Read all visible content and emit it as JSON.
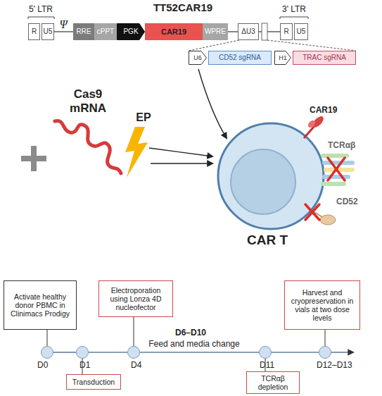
{
  "diagram": {
    "nodes": [
      {
        "text": [
          "R"
        ]
      },
      {
        "text": [
          "U5"
        ]
      },
      {
        "text": [
          "RRE"
        ]
      },
      {
        "text": [
          "cPPT"
        ]
      },
      {
        "text": [
          "PGK"
        ]
      },
      {
        "text": [
          "CAR19"
        ]
      },
      {
        "text": [
          "WPRE"
        ]
      },
      {
        "text": [
          "ΔU3"
        ]
      },
      {
        "text": [
          "R"
        ]
      },
      {
        "text": [
          "U5"
        ]
      },
      {
        "text": [
          "U6"
        ]
      },
      {
        "text": [
          "CD52 sgRNA"
        ]
      },
      {
        "text": [
          "H1"
        ]
      },
      {
        "text": [
          "TRAC sgRNA"
        ]
      },
      {
        "text": [
          "Activate healthy donor PBMC in Clinimacs Prodigy"
        ]
      },
      {
        "text": [
          "Electroporation using Lonza 4D nucleofector"
        ]
      },
      {
        "text": [
          "Harvest and cryopreservation in vials at two dose levels"
        ]
      },
      {
        "text": [
          "D0"
        ]
      },
      {
        "text": [
          "D1"
        ]
      },
      {
        "text": [
          "D4"
        ]
      },
      {
        "text": [
          "D11"
        ]
      },
      {
        "text": [
          "D12–D13"
        ]
      },
      {
        "text": [
          "Transduction"
        ]
      },
      {
        "text": [
          "TCRαβ depletion"
        ]
      }
    ],
    "edges": [
      {
        "from": 14,
        "to": 17,
        "arrow": "none"
      },
      {
        "from": 17,
        "to": 18,
        "arrow": "none"
      },
      {
        "from": 18,
        "to": 22,
        "arrow": "none"
      },
      {
        "from": 18,
        "to": 19,
        "arrow": "none"
      },
      {
        "from": 15,
        "to": 19,
        "arrow": "none"
      },
      {
        "from": 19,
        "to": 20,
        "arrow": "none"
      },
      {
        "from": 20,
        "to": 23,
        "arrow": "none"
      },
      {
        "from": 20,
        "to": 21,
        "arrow": "none"
      },
      {
        "from": 16,
        "to": 21,
        "arrow": "none"
      }
    ],
    "labels": [
      "TT52CAR19",
      "5' LTR",
      "3' LTR",
      "Ψ",
      "Cas9 mRNA",
      "EP",
      "CAR19",
      "TCRαβ",
      "CD52",
      "CAR T",
      "D6–D10",
      "Feed and media change"
    ]
  }
}
